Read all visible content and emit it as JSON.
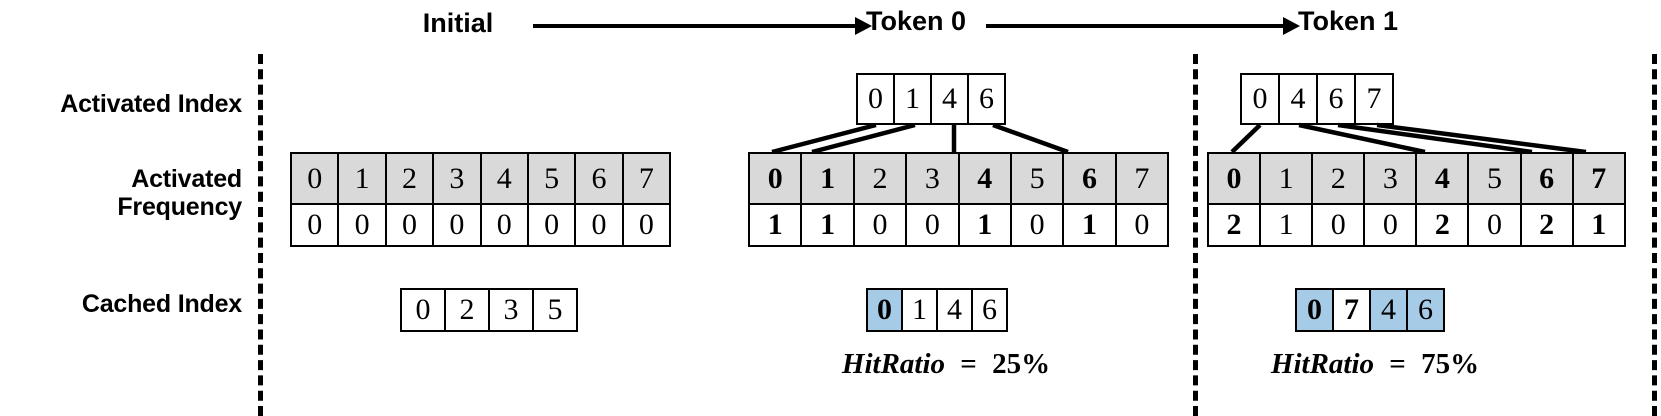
{
  "labels": {
    "activated_index": "Activated Index",
    "activated_frequency": "Activated\nFrequency",
    "cached_index": "Cached Index"
  },
  "titles": {
    "initial": "Initial",
    "token0": "Token 0",
    "token1": "Token 1"
  },
  "colors": {
    "grey_cell": "#d9d9d9",
    "blue_cell": "#a6cbe7",
    "border": "#000000",
    "background": "#ffffff"
  },
  "stages": {
    "initial": {
      "title": "Initial",
      "activated_index": [],
      "frequency_table": {
        "index_row": [
          "0",
          "1",
          "2",
          "3",
          "4",
          "5",
          "6",
          "7"
        ],
        "freq_row": [
          "0",
          "0",
          "0",
          "0",
          "0",
          "0",
          "0",
          "0"
        ],
        "bold_index": [],
        "bold_freq": []
      },
      "cached_index": {
        "values": [
          "0",
          "2",
          "3",
          "5"
        ],
        "hit_flags": [
          false,
          false,
          false,
          false
        ]
      },
      "hit_ratio": null
    },
    "token0": {
      "title": "Token 0",
      "activated_index": [
        "0",
        "1",
        "4",
        "6"
      ],
      "frequency_table": {
        "index_row": [
          "0",
          "1",
          "2",
          "3",
          "4",
          "5",
          "6",
          "7"
        ],
        "freq_row": [
          "1",
          "1",
          "0",
          "0",
          "1",
          "0",
          "1",
          "0"
        ],
        "bold_index": [
          true,
          true,
          false,
          false,
          true,
          false,
          true,
          false
        ],
        "bold_freq": [
          true,
          true,
          false,
          false,
          true,
          false,
          true,
          false
        ]
      },
      "cached_index": {
        "values": [
          "0",
          "1",
          "4",
          "6"
        ],
        "hit_flags": [
          true,
          false,
          false,
          false
        ]
      },
      "hit_ratio": {
        "label": "HitRatio",
        "eq": "=",
        "value": "25%"
      }
    },
    "token1": {
      "title": "Token 1",
      "activated_index": [
        "0",
        "4",
        "6",
        "7"
      ],
      "frequency_table": {
        "index_row": [
          "0",
          "1",
          "2",
          "3",
          "4",
          "5",
          "6",
          "7"
        ],
        "freq_row": [
          "2",
          "1",
          "0",
          "0",
          "2",
          "0",
          "2",
          "1"
        ],
        "bold_index": [
          true,
          false,
          false,
          false,
          true,
          false,
          true,
          true
        ],
        "bold_freq": [
          true,
          false,
          false,
          false,
          true,
          false,
          true,
          true
        ]
      },
      "cached_index": {
        "values": [
          "0",
          "7",
          "4",
          "6"
        ],
        "hit_flags": [
          true,
          false,
          true,
          true
        ]
      },
      "hit_ratio": {
        "label": "HitRatio",
        "eq": "=",
        "value": "75%"
      }
    }
  }
}
